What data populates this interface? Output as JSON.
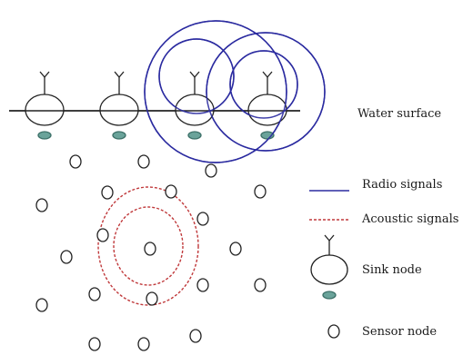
{
  "labels": {
    "water_surface": "Water surface",
    "radio_signals": "Radio signals",
    "acoustic_signals": "Acoustic signals",
    "sink_node": "Sink node",
    "sensor_node": "Sensor node"
  },
  "colors": {
    "radio": "#2b2ba0",
    "acoustic": "#c0393b",
    "sink_base": "#6aa39a",
    "line": "#222222"
  }
}
